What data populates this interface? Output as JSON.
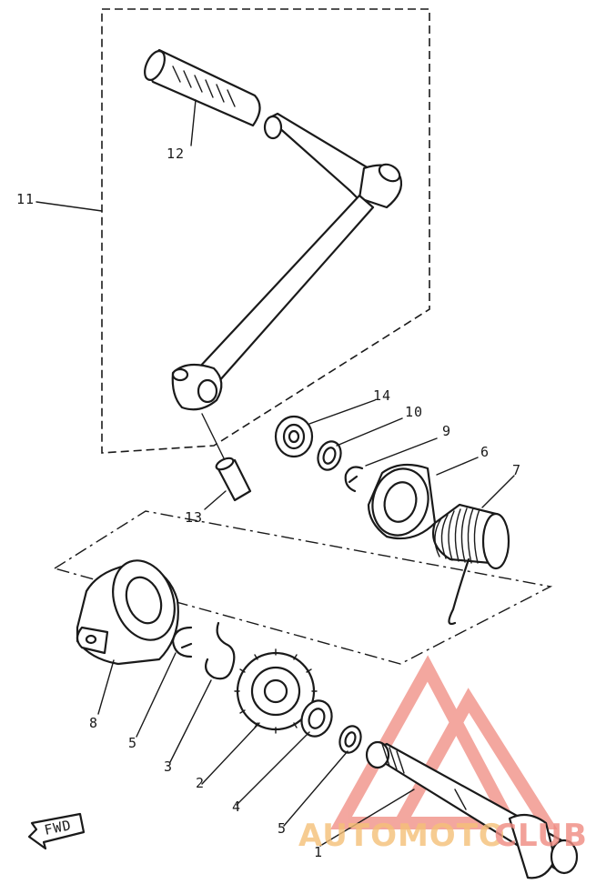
{
  "diagram": {
    "labels": {
      "p1": "1",
      "p2": "2",
      "p3": "3",
      "p4": "4",
      "p5a": "5",
      "p5b": "5",
      "p6": "6",
      "p7": "7",
      "p8": "8",
      "p9": "9",
      "p10": "10",
      "p11": "11",
      "p12": "12",
      "p13": "13",
      "p14": "14"
    },
    "fwd_label": "FWD"
  },
  "watermark": {
    "text_part1": "AUTOMOTO",
    "text_part2": "CLUB",
    "color_primary": "#f08a80",
    "color_secondary": "#f5c078"
  }
}
